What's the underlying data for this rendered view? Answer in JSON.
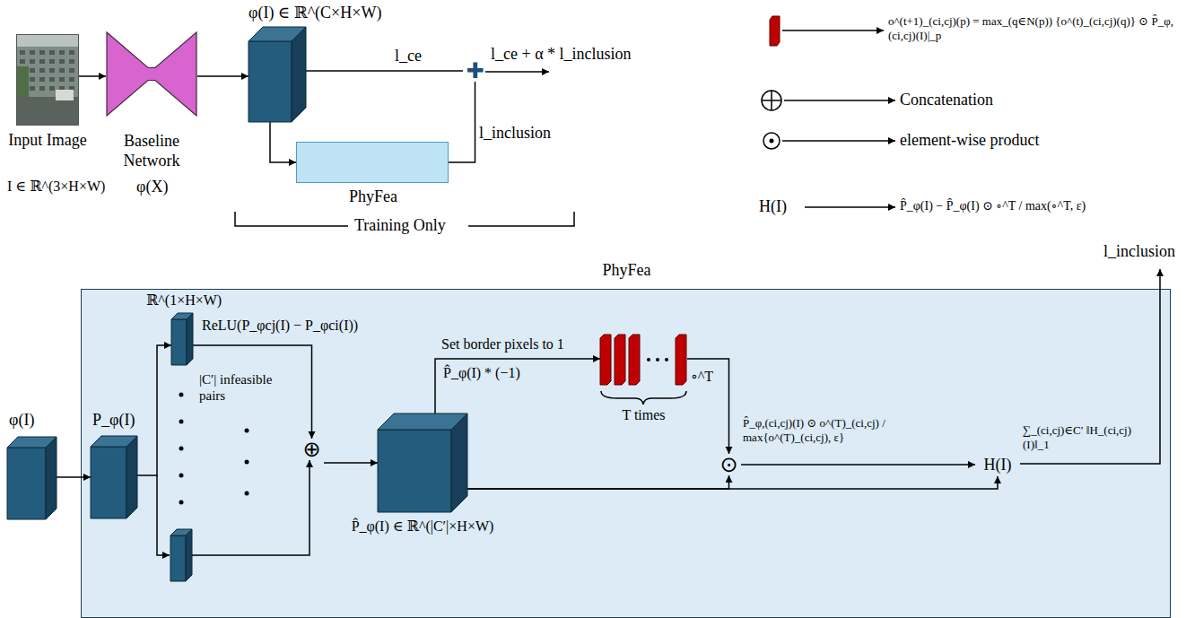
{
  "diagram": {
    "nodes": [
      {
        "text": [
          "Input Image"
        ]
      },
      {
        "text": [
          "Baseline Network"
        ]
      },
      {
        "text": [
          "φ(I) ∈ ℝ^(C×H×W)"
        ]
      },
      {
        "text": [
          "✚"
        ]
      },
      {
        "text": [
          "PhyFea"
        ]
      },
      {
        "text": [
          "φ(I)"
        ]
      },
      {
        "text": [
          "PhyFea"
        ]
      },
      {
        "text": [
          "P_φ(I)"
        ],
        "in": 6
      },
      {
        "text": [
          "ℝ^(1×H×W)",
          "ReLU(P_φcj(I) − P_φci(I))"
        ],
        "in": 6
      },
      {
        "text": [
          "⊕"
        ],
        "in": 6
      },
      {
        "text": [
          "P̂_φ(I) ∈ ℝ^(|C′|×H×W)"
        ],
        "in": 6
      },
      {
        "text": [
          "T times"
        ],
        "in": 6
      },
      {
        "text": [
          "⊙"
        ],
        "in": 6
      },
      {
        "text": [
          "H(I)"
        ],
        "in": 6
      }
    ],
    "edges": [
      {
        "from": 0,
        "to": 1,
        "arrow": "to"
      },
      {
        "from": 1,
        "to": 2,
        "arrow": "to"
      },
      {
        "from": 2,
        "to": 3,
        "arrow": "none",
        "label": "l_ce"
      },
      {
        "from": 2,
        "to": 4,
        "arrow": "to"
      },
      {
        "from": 4,
        "to": 3,
        "arrow": "none",
        "label": "l_inclusion"
      },
      {
        "from": 5,
        "to": 7,
        "arrow": "to"
      },
      {
        "from": 7,
        "to": 8,
        "arrow": "to"
      },
      {
        "from": 8,
        "to": 9,
        "arrow": "to"
      },
      {
        "from": 9,
        "to": 10,
        "arrow": "to"
      },
      {
        "from": 10,
        "to": 11,
        "arrow": "to",
        "label": "P̂_φ(I) * (−1)"
      },
      {
        "from": 11,
        "to": 12,
        "arrow": "to",
        "label": "∘^T"
      },
      {
        "from": 10,
        "to": 12,
        "arrow": "to"
      },
      {
        "from": 10,
        "to": 13,
        "arrow": "to"
      },
      {
        "from": 12,
        "to": 13,
        "arrow": "to",
        "label": "P̂_φ,(ci,cj)(I) ⊙ o^(T)_(ci,cj) / max{o^(T)_(ci,cj), ε}"
      }
    ],
    "labels": [
      "I ∈ ℝ^(3×H×W)",
      "φ(X)",
      "l_ce + α * l_inclusion",
      "Training Only",
      "|C′| infeasible pairs",
      "Set border pixels to 1",
      "∑_(ci,cj)∈C′ ‖H_(ci,cj)(I)‖_1",
      "l_inclusion",
      "H(I)",
      "P̂_φ(I) − P̂_φ(I) ⊙ ∘^T / max(∘^T, ε)"
    ],
    "legend": [
      {
        "text": "o^(t+1)_(ci,cj)(p) = max_(q∈N(p)) {o^(t)_(ci,cj)(q)} ⊙ P̂_φ,(ci,cj)(I)|_p"
      },
      {
        "text": "Concatenation"
      },
      {
        "text": "element-wise product"
      }
    ]
  }
}
